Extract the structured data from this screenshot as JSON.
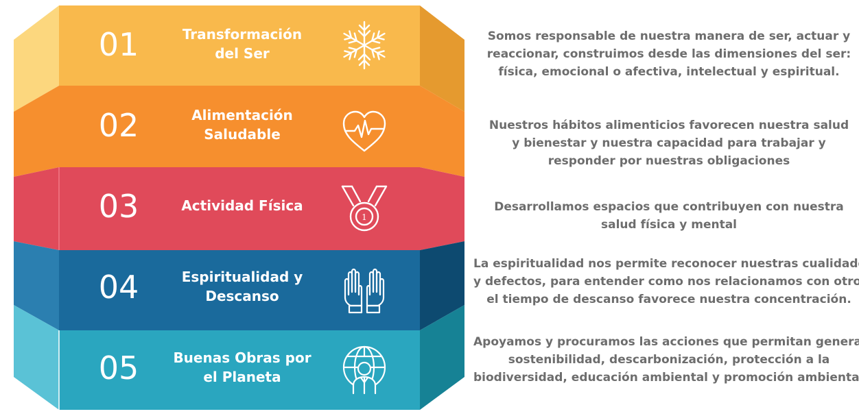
{
  "colors": {
    "step1": "#f9b94c",
    "step2": "#f68f2e",
    "step3": "#e04a5a",
    "step4": "#1a6a9c",
    "step5": "#2aa6bf",
    "text": "#6d6d6d"
  },
  "steps": [
    {
      "number": "01",
      "title_lines": [
        "Transformación",
        "del Ser"
      ],
      "icon": "snowflake-icon",
      "description_lines": [
        "Somos responsable de nuestra manera de ser, actuar y",
        "reaccionar, construimos desde las dimensiones del ser:",
        "física, emocional o afectiva, intelectual y espiritual."
      ]
    },
    {
      "number": "02",
      "title_lines": [
        "Alimentación",
        "Saludable"
      ],
      "icon": "heart-pulse-icon",
      "description_lines": [
        "Nuestros hábitos alimenticios favorecen nuestra salud",
        "y bienestar y nuestra capacidad para trabajar y",
        "responder por nuestras obligaciones"
      ]
    },
    {
      "number": "03",
      "title_lines": [
        "Actividad Física"
      ],
      "icon": "medal-icon",
      "description_lines": [
        "Desarrollamos espacios que contribuyen con nuestra",
        "salud física y mental"
      ]
    },
    {
      "number": "04",
      "title_lines": [
        "Espiritualidad y",
        "Descanso"
      ],
      "icon": "praying-hands-icon",
      "description_lines": [
        "La espiritualidad nos permite reconocer nuestras cualidades",
        "y defectos, para entender como nos relacionamos con otros,",
        "el tiempo de descanso favorece nuestra concentración."
      ]
    },
    {
      "number": "05",
      "title_lines": [
        "Buenas Obras por",
        "el Planeta"
      ],
      "icon": "globe-person-icon",
      "description_lines": [
        "Apoyamos y procuramos las acciones que permitan generar",
        "sostenibilidad, descarbonización, protección a la",
        "biodiversidad, educación ambiental y promoción ambiental."
      ]
    }
  ]
}
